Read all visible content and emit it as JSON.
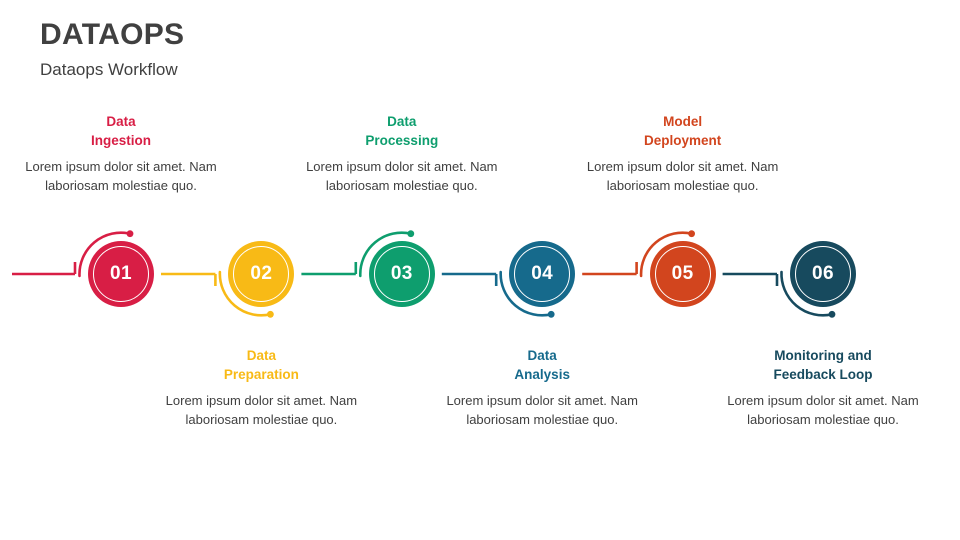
{
  "header": {
    "title": "DATAOPS",
    "subtitle": "Dataops Workflow",
    "title_color": "#404040"
  },
  "diagram": {
    "type": "process-timeline",
    "orientation": "horizontal",
    "step_count": 6,
    "body_text_color": "#404040",
    "steps": [
      {
        "number": "01",
        "heading_line1": "Data",
        "heading_line2": "Ingestion",
        "heading": "Data Ingestion",
        "body": "Lorem ipsum dolor sit amet. Nam laboriosam molestiae quo.",
        "color": "#D81E45",
        "label_position": "above",
        "arc_position": "top"
      },
      {
        "number": "02",
        "heading_line1": "Data",
        "heading_line2": "Preparation",
        "heading": "Data Preparation",
        "body": "Lorem ipsum dolor sit amet. Nam laboriosam molestiae quo.",
        "color": "#F8BA16",
        "label_position": "below",
        "arc_position": "bottom"
      },
      {
        "number": "03",
        "heading_line1": "Data",
        "heading_line2": "Processing",
        "heading": "Data Processing",
        "body": "Lorem ipsum dolor sit amet. Nam laboriosam molestiae quo.",
        "color": "#0E9E6E",
        "label_position": "above",
        "arc_position": "top"
      },
      {
        "number": "04",
        "heading_line1": "Data",
        "heading_line2": "Analysis",
        "heading": "Data Analysis",
        "body": "Lorem ipsum dolor sit amet. Nam laboriosam molestiae quo.",
        "color": "#166A8C",
        "label_position": "below",
        "arc_position": "bottom"
      },
      {
        "number": "05",
        "heading_line1": "Model",
        "heading_line2": "Deployment",
        "heading": "Model Deployment",
        "body": "Lorem ipsum dolor sit amet. Nam laboriosam molestiae quo.",
        "color": "#D2451E",
        "label_position": "above",
        "arc_position": "top"
      },
      {
        "number": "06",
        "heading_line1": "Monitoring and",
        "heading_line2": "Feedback Loop",
        "heading": "Monitoring and Feedback Loop",
        "body": "Lorem ipsum dolor sit amet. Nam laboriosam molestiae quo.",
        "color": "#174A5E",
        "label_position": "below",
        "arc_position": "bottom"
      }
    ]
  }
}
